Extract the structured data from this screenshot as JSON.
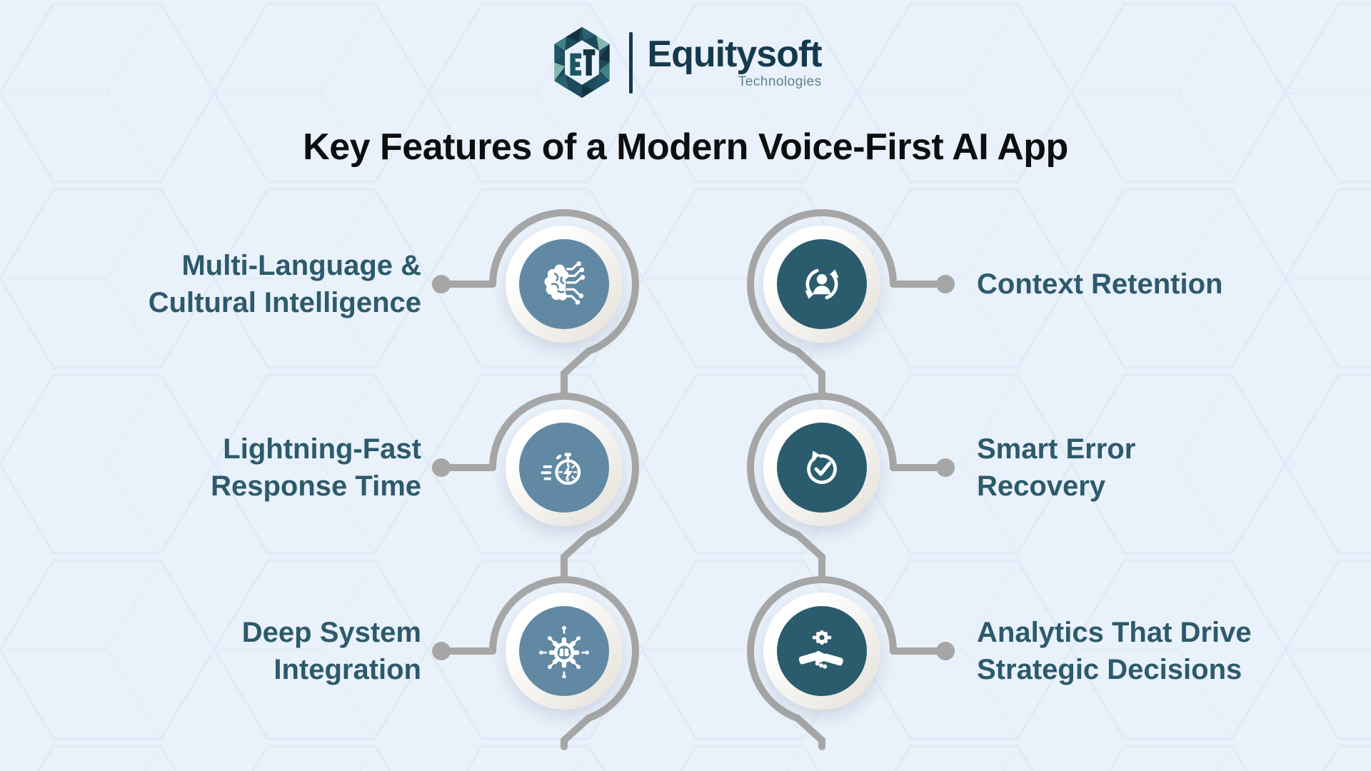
{
  "logo": {
    "brand": "Equitysoft",
    "subtitle": "Technologies",
    "mark_icon": "hexagon-mosaic-logo-icon"
  },
  "title": "Key Features of a Modern Voice-First AI App",
  "features": {
    "left": [
      {
        "lines": [
          "Multi-Language &",
          "Cultural Intelligence"
        ],
        "icon": "brain-circuit-icon"
      },
      {
        "lines": [
          "Lightning-Fast",
          "Response Time"
        ],
        "icon": "stopwatch-lightning-icon"
      },
      {
        "lines": [
          "Deep System",
          "Integration"
        ],
        "icon": "brain-gear-circuit-icon"
      }
    ],
    "right": [
      {
        "lines": [
          "Context Retention"
        ],
        "icon": "user-sync-icon"
      },
      {
        "lines": [
          "Smart Error",
          "Recovery"
        ],
        "icon": "retry-check-icon"
      },
      {
        "lines": [
          "Analytics That Drive",
          "Strategic Decisions"
        ],
        "icon": "handshake-gear-icon"
      }
    ]
  },
  "colors": {
    "background": "#e9f1fa",
    "title_text": "#0d0e10",
    "label_text": "#2d5a6c",
    "circle_light": "#6189a4",
    "circle_dark": "#2a5c6e",
    "connector_gray": "#a6a6a6",
    "logo_navy": "#16394e"
  }
}
